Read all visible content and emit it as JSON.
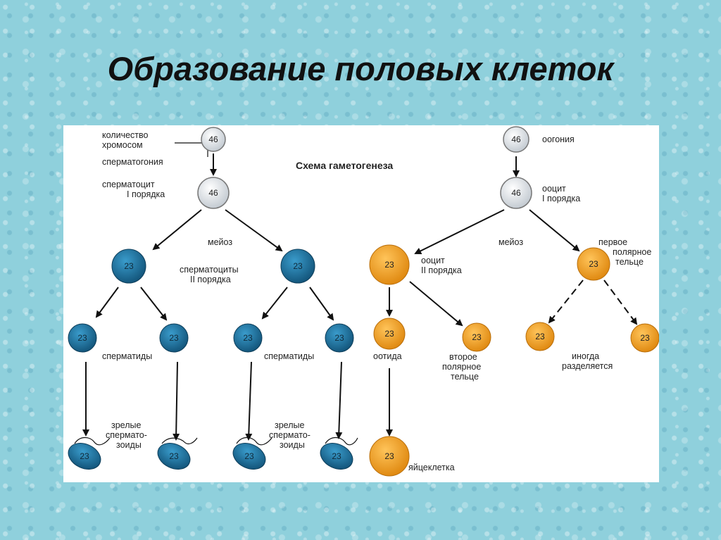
{
  "title": "Образование половых клеток",
  "diagram": {
    "scheme_title": "Схема гаметогенеза",
    "chromosome_count_label_1": "количество",
    "chromosome_count_label_2": "хромосом",
    "spermatogonia": "сперматогония",
    "spermatocyte_1_line1": "сперматоцит",
    "spermatocyte_1_line2": "I порядка",
    "meiosis_left": "мейоз",
    "spermatocytes_2_line1": "сперматоциты",
    "spermatocytes_2_line2": "II порядка",
    "spermatids_left": "сперматиды",
    "spermatids_right": "сперматиды",
    "mature_left_1": "зрелые",
    "mature_left_2": "спермато-",
    "mature_left_3": "зоиды",
    "mature_right_1": "зрелые",
    "mature_right_2": "спермато-",
    "mature_right_3": "зоиды",
    "oogonia": "оогония",
    "oocyte_1_line1": "ооцит",
    "oocyte_1_line2": "I порядка",
    "meiosis_right": "мейоз",
    "oocyte_2_line1": "ооцит",
    "oocyte_2_line2": "II порядка",
    "first_polar_1": "первое",
    "first_polar_2": "полярное",
    "first_polar_3": "тельце",
    "ootid": "оотида",
    "second_polar_1": "второе",
    "second_polar_2": "полярное",
    "second_polar_3": "тельце",
    "sometimes_1": "иногда",
    "sometimes_2": "разделяется",
    "egg": "яйцеклетка",
    "n46": "46",
    "n23": "23",
    "colors": {
      "diploid": "#d8dde2",
      "sperm_cells": "#1f73a0",
      "egg_cells": "#f2a227",
      "arrow": "#111111"
    }
  }
}
